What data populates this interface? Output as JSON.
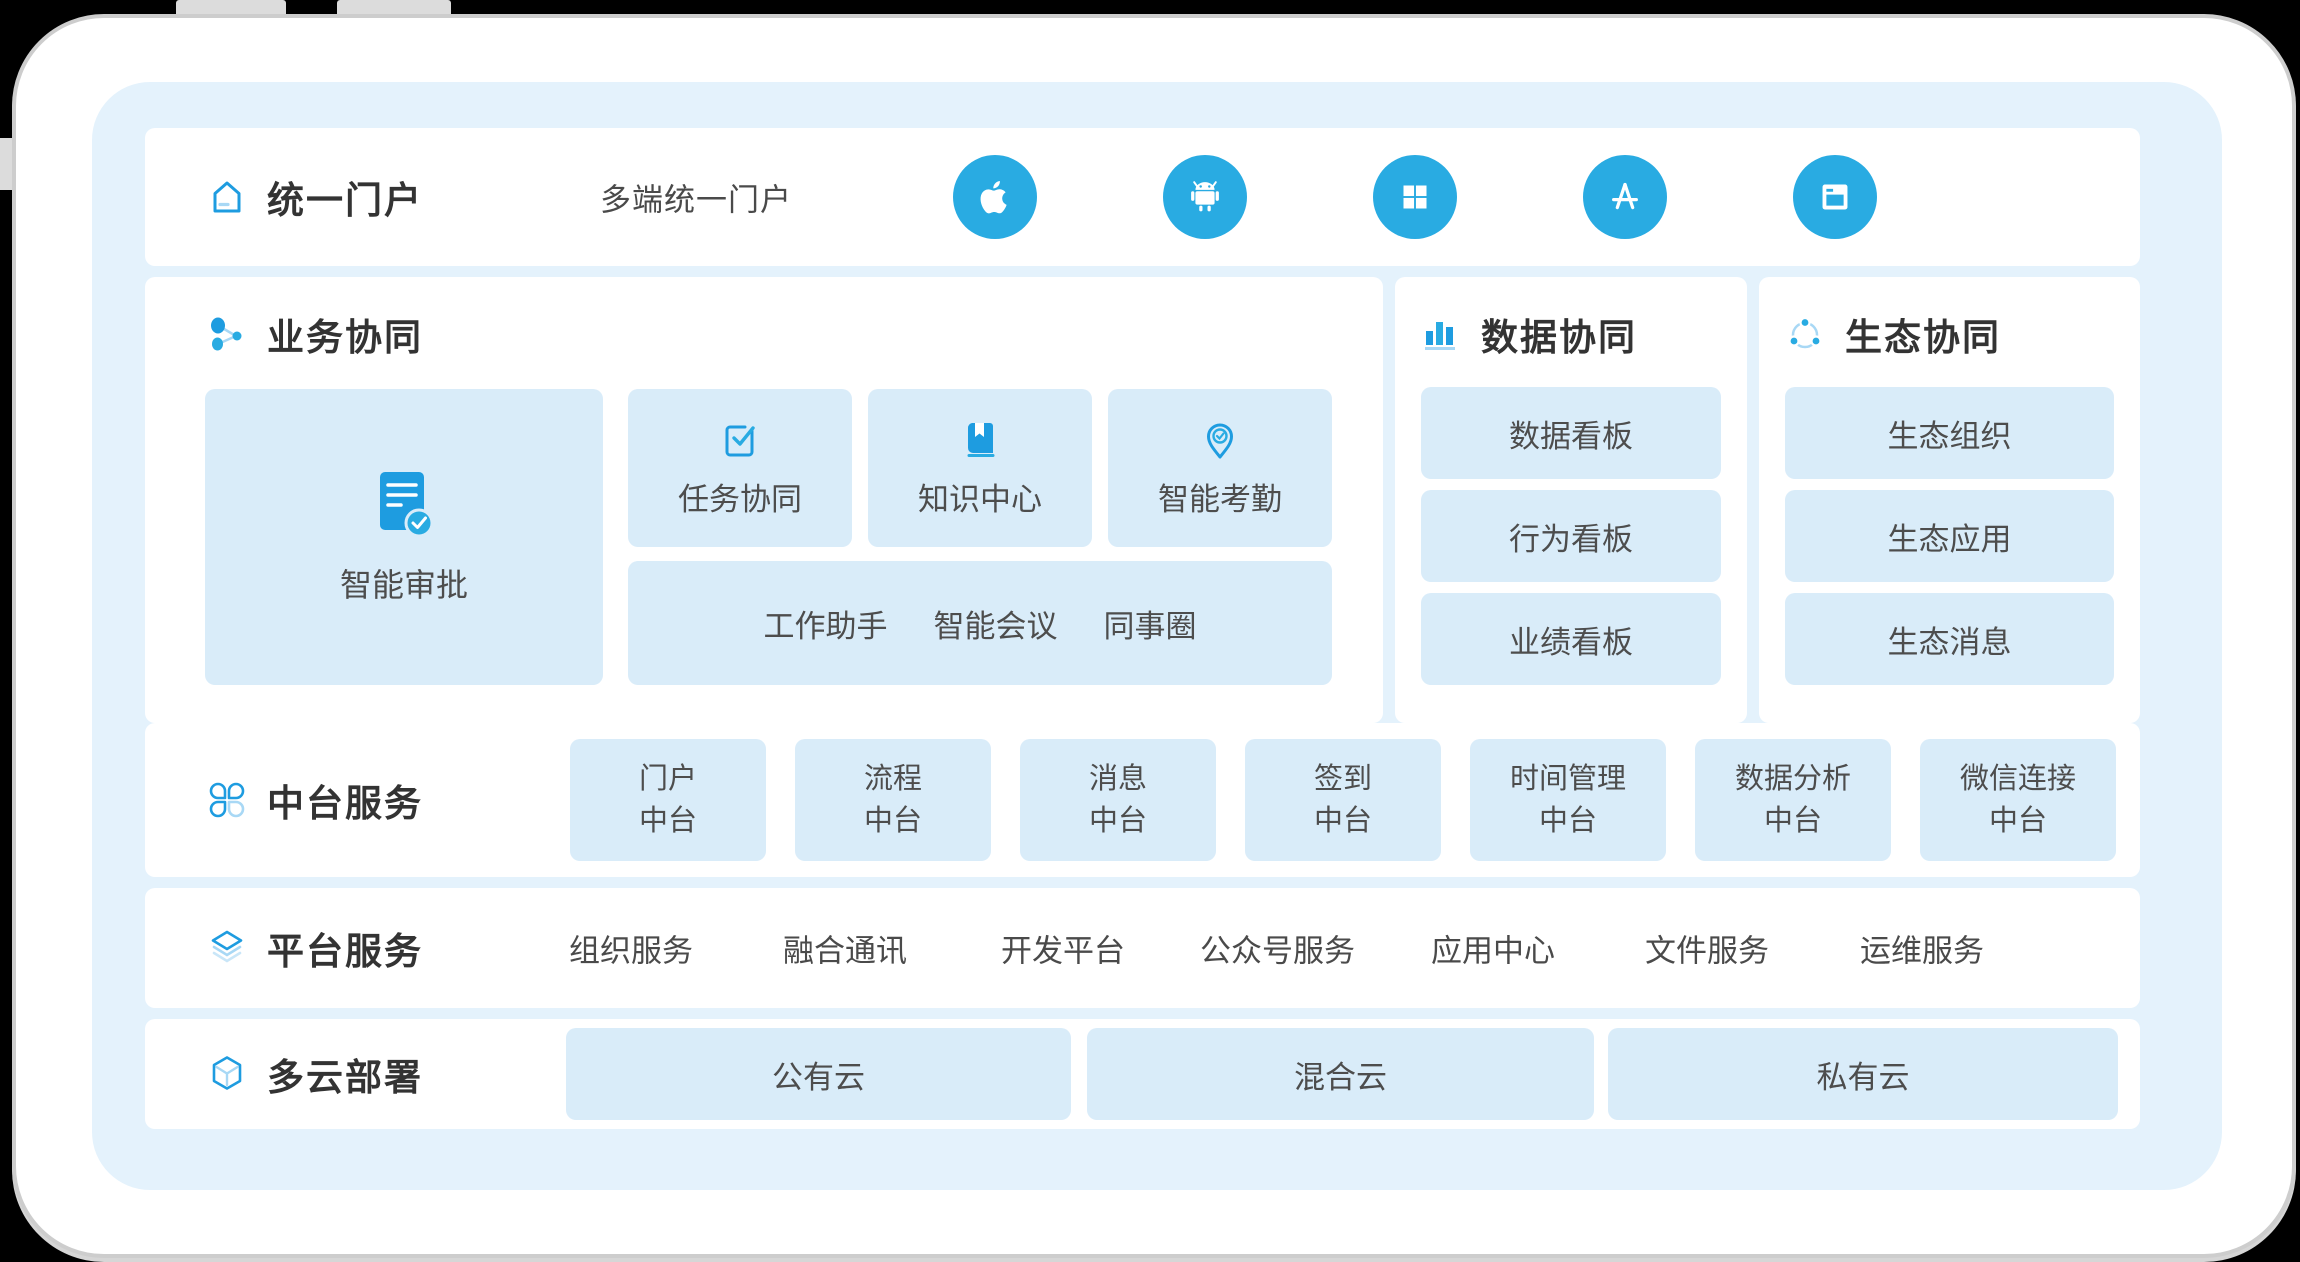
{
  "portal": {
    "title": "统一门户",
    "subtitle": "多端统一门户",
    "platforms": [
      "apple",
      "android",
      "windows",
      "app-store",
      "browser"
    ]
  },
  "business": {
    "title": "业务协同",
    "featured": "智能审批",
    "cards": [
      "任务协同",
      "知识中心",
      "智能考勤"
    ],
    "wide_card": [
      "工作助手",
      "智能会议",
      "同事圈"
    ]
  },
  "data_collab": {
    "title": "数据协同",
    "cards": [
      "数据看板",
      "行为看板",
      "业绩看板"
    ]
  },
  "eco": {
    "title": "生态协同",
    "cards": [
      "生态组织",
      "生态应用",
      "生态消息"
    ]
  },
  "middle": {
    "title": "中台服务",
    "cards": [
      {
        "top": "门户",
        "bottom": "中台"
      },
      {
        "top": "流程",
        "bottom": "中台"
      },
      {
        "top": "消息",
        "bottom": "中台"
      },
      {
        "top": "签到",
        "bottom": "中台"
      },
      {
        "top": "时间管理",
        "bottom": "中台"
      },
      {
        "top": "数据分析",
        "bottom": "中台"
      },
      {
        "top": "微信连接",
        "bottom": "中台"
      }
    ]
  },
  "platform": {
    "title": "平台服务",
    "items": [
      "组织服务",
      "融合通讯",
      "开发平台",
      "公众号服务",
      "应用中心",
      "文件服务",
      "运维服务"
    ]
  },
  "cloud": {
    "title": "多云部署",
    "cards": [
      "公有云",
      "混合云",
      "私有云"
    ]
  },
  "colors": {
    "accent": "#29ABE2",
    "icon_blue": "#1E9CE0",
    "icon_light": "#A8D8F5",
    "card_bg": "#D9ECF9",
    "screen_bg": "#E4F2FC",
    "title_text": "#333333",
    "body_text": "#4D4D4D"
  }
}
